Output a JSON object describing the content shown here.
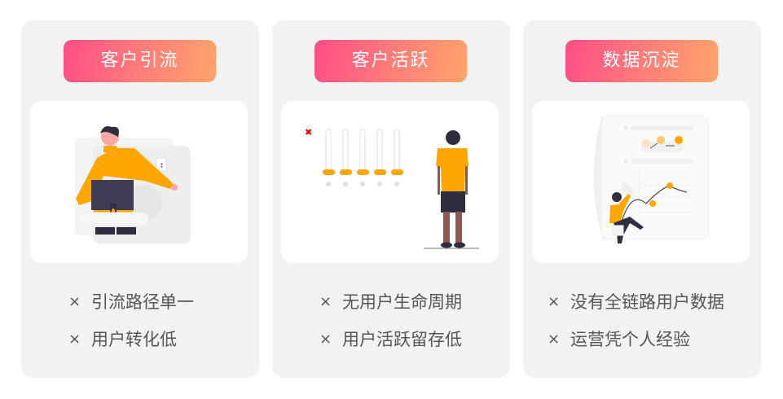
{
  "colors": {
    "panel_bg": "#f2f2f2",
    "badge_gradient_start": "#ff4d87",
    "badge_gradient_end": "#ffa46a",
    "text": "#555555",
    "illustration_accent": "#ffa700"
  },
  "panels": [
    {
      "title": "客户引流",
      "illustration": "person-presenting-monitor-illustration",
      "points": [
        {
          "icon": "×",
          "text": "引流路径单一"
        },
        {
          "icon": "×",
          "text": "用户转化低"
        }
      ]
    },
    {
      "title": "客户活跃",
      "illustration": "person-viewing-sliders-illustration",
      "points": [
        {
          "icon": "×",
          "text": "无用户生命周期"
        },
        {
          "icon": "×",
          "text": "用户活跃留存低"
        }
      ]
    },
    {
      "title": "数据沉淀",
      "illustration": "person-climbing-chart-illustration",
      "points": [
        {
          "icon": "×",
          "text": "没有全链路用户数据"
        },
        {
          "icon": "×",
          "text": "运营凭个人经验"
        }
      ]
    }
  ]
}
